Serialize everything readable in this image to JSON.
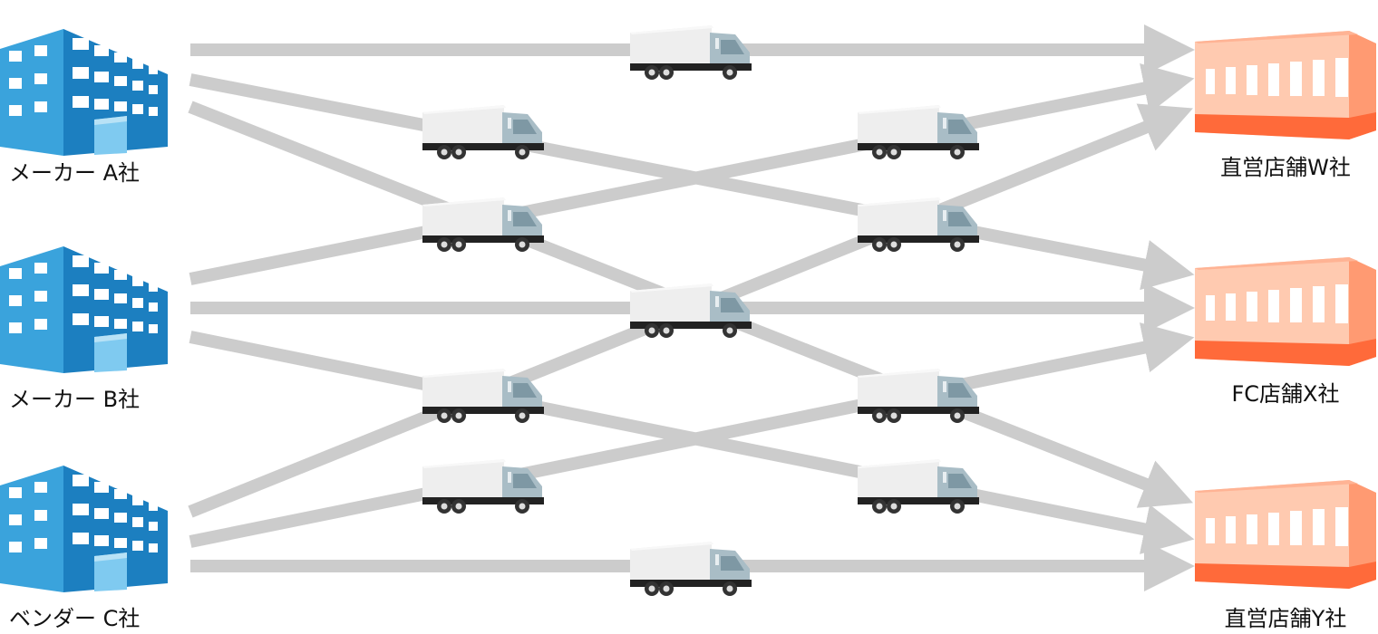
{
  "sources": [
    {
      "id": "maker-a",
      "label": "メーカー A社"
    },
    {
      "id": "maker-b",
      "label": "メーカー B社"
    },
    {
      "id": "vendor-c",
      "label": "ベンダー C社"
    }
  ],
  "destinations": [
    {
      "id": "store-w",
      "label": "直営店舗W社"
    },
    {
      "id": "store-x",
      "label": "FC店舗X社"
    },
    {
      "id": "store-y",
      "label": "直営店舗Y社"
    }
  ],
  "colors": {
    "building_front": "#3aa3dc",
    "building_side": "#1c7fc0",
    "building_light": "#5cb8e6",
    "store_front": "#ffcab0",
    "store_side": "#ff9a72",
    "store_base": "#ff6a3a",
    "arrow": "#cccccc",
    "truck_body": "#eeeeee",
    "truck_cab": "#a9bdc6"
  }
}
